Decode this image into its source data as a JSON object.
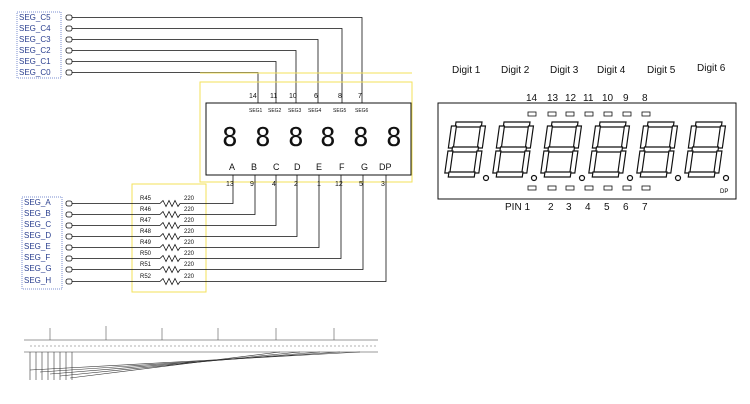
{
  "common_nets": [
    "SEG_C5",
    "SEG_C4",
    "SEG_C3",
    "SEG_C2",
    "SEG_C1",
    "SEG_C0"
  ],
  "segment_nets": [
    "SEG_A",
    "SEG_B",
    "SEG_C",
    "SEG_D",
    "SEG_E",
    "SEG_F",
    "SEG_G",
    "SEG_H"
  ],
  "display": {
    "common_pins": [
      "14",
      "11",
      "10",
      "6",
      "8",
      "7"
    ],
    "common_labels": [
      "SEG1",
      "SEG2",
      "SEG3",
      "SEG4",
      "SEG5",
      "SEG6"
    ],
    "digits": [
      "8",
      "8",
      "8",
      "8",
      "8",
      "8"
    ],
    "segment_letters": [
      "A",
      "B",
      "C",
      "D",
      "E",
      "F",
      "G",
      "DP"
    ],
    "segment_pins": [
      "13",
      "9",
      "4",
      "2",
      "1",
      "12",
      "5",
      "3"
    ]
  },
  "resistors": {
    "refs": [
      "R45",
      "R46",
      "R47",
      "R48",
      "R49",
      "R50",
      "R51",
      "R52"
    ],
    "value": "220"
  },
  "datasheet": {
    "digit_labels": [
      "Digit 1",
      "Digit 2",
      "Digit 3",
      "Digit 4",
      "Digit 5",
      "Digit 6"
    ],
    "top_pins": [
      "14",
      "13",
      "12",
      "11",
      "10",
      "9",
      "8"
    ],
    "bottom_label": "PIN 1",
    "bottom_pins": [
      "2",
      "3",
      "4",
      "5",
      "6",
      "7"
    ],
    "dp_label": "DP"
  }
}
